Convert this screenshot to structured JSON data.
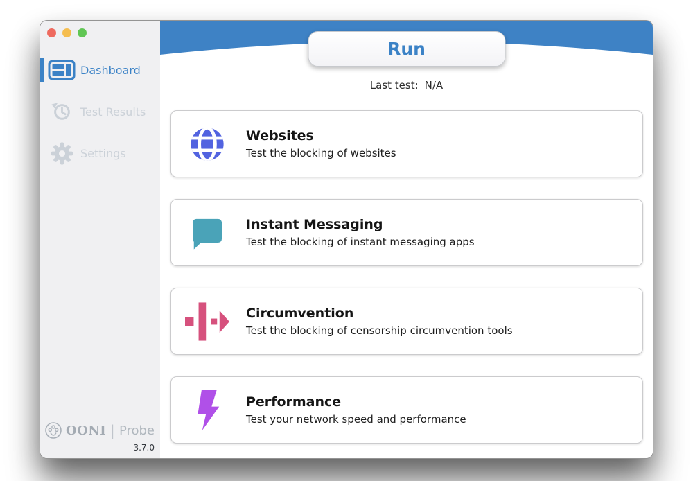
{
  "window": {
    "traffic_lights": [
      {
        "name": "close",
        "color": "#ee6a5f"
      },
      {
        "name": "minimize",
        "color": "#f5bd4f"
      },
      {
        "name": "zoom",
        "color": "#61c654"
      }
    ]
  },
  "colors": {
    "header_blue": "#3e82c5",
    "accent_blue": "#3b82c6",
    "inactive_gray": "#cbd1d8",
    "sidebar_bg": "#f0f0f2"
  },
  "sidebar": {
    "items": [
      {
        "label": "Dashboard",
        "active": true
      },
      {
        "label": "Test Results",
        "active": false
      },
      {
        "label": "Settings",
        "active": false
      }
    ],
    "logo": {
      "brand": "OONI",
      "divider": "|",
      "product": "Probe",
      "version": "3.7.0"
    }
  },
  "header": {
    "run_label": "Run",
    "last_test_label": "Last test:",
    "last_test_value": "N/A"
  },
  "cards": [
    {
      "icon": "globe-icon",
      "title": "Websites",
      "description": "Test the blocking of websites",
      "color": "#5263e0"
    },
    {
      "icon": "chat-bubble-icon",
      "title": "Instant Messaging",
      "description": "Test the blocking of instant messaging apps",
      "color": "#4aa3b8"
    },
    {
      "icon": "circumvention-arrow-icon",
      "title": "Circumvention",
      "description": "Test the blocking of censorship circumvention tools",
      "color": "#d6517d"
    },
    {
      "icon": "lightning-icon",
      "title": "Performance",
      "description": "Test your network speed and performance",
      "color": "#b050e8"
    }
  ]
}
